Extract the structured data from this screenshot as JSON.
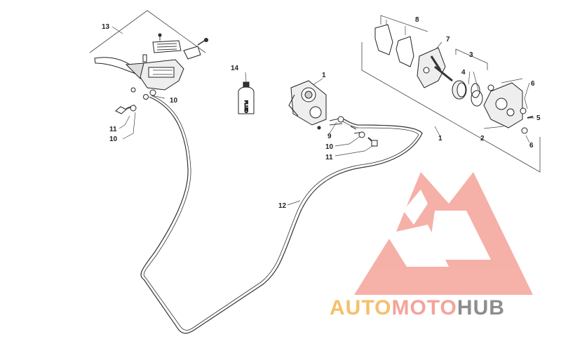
{
  "callouts": {
    "c1_caliper": "1",
    "c1_assembly": "1",
    "c2": "2",
    "c3": "3",
    "c4": "4",
    "c5": "5",
    "c6_top": "6",
    "c6_bottom": "6",
    "c7": "7",
    "c8": "8",
    "c9": "9",
    "c10_left": "10",
    "c10_left_lower": "10",
    "c10_right": "10",
    "c11_left": "11",
    "c11_right": "11",
    "c12": "12",
    "c13": "13",
    "c14": "14"
  },
  "fluid_bottle_label": "FLUID",
  "watermark": {
    "part1": "AUTO",
    "part2": "MOTO",
    "part3": "HUB",
    "color_part1": "#f5c06a",
    "color_part2": "#f4a39a",
    "color_part3": "#8d8d8d",
    "logo_color": "#f4a39a"
  }
}
